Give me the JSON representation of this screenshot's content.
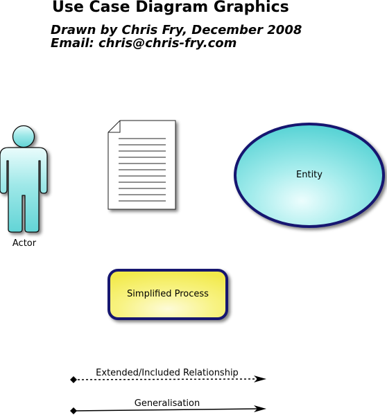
{
  "header": {
    "title": "Use Case Diagram Graphics",
    "credit": "Drawn by Chris Fry, December 2008",
    "email": "Email: chris@chris-fry.com"
  },
  "shapes": {
    "actor_label": "Actor",
    "entity_label": "Entity",
    "process_label": "Simplified Process"
  },
  "relationships": {
    "extended_label": "Extended/Included Relationship",
    "generalisation_label": "Generalisation"
  },
  "colors": {
    "actor_fill": "#7fdede",
    "entity_fill": "#5fd6d8",
    "entity_stroke": "#1a1a6e",
    "process_fill": "#f6f06a",
    "process_stroke": "#1a1a6e"
  }
}
